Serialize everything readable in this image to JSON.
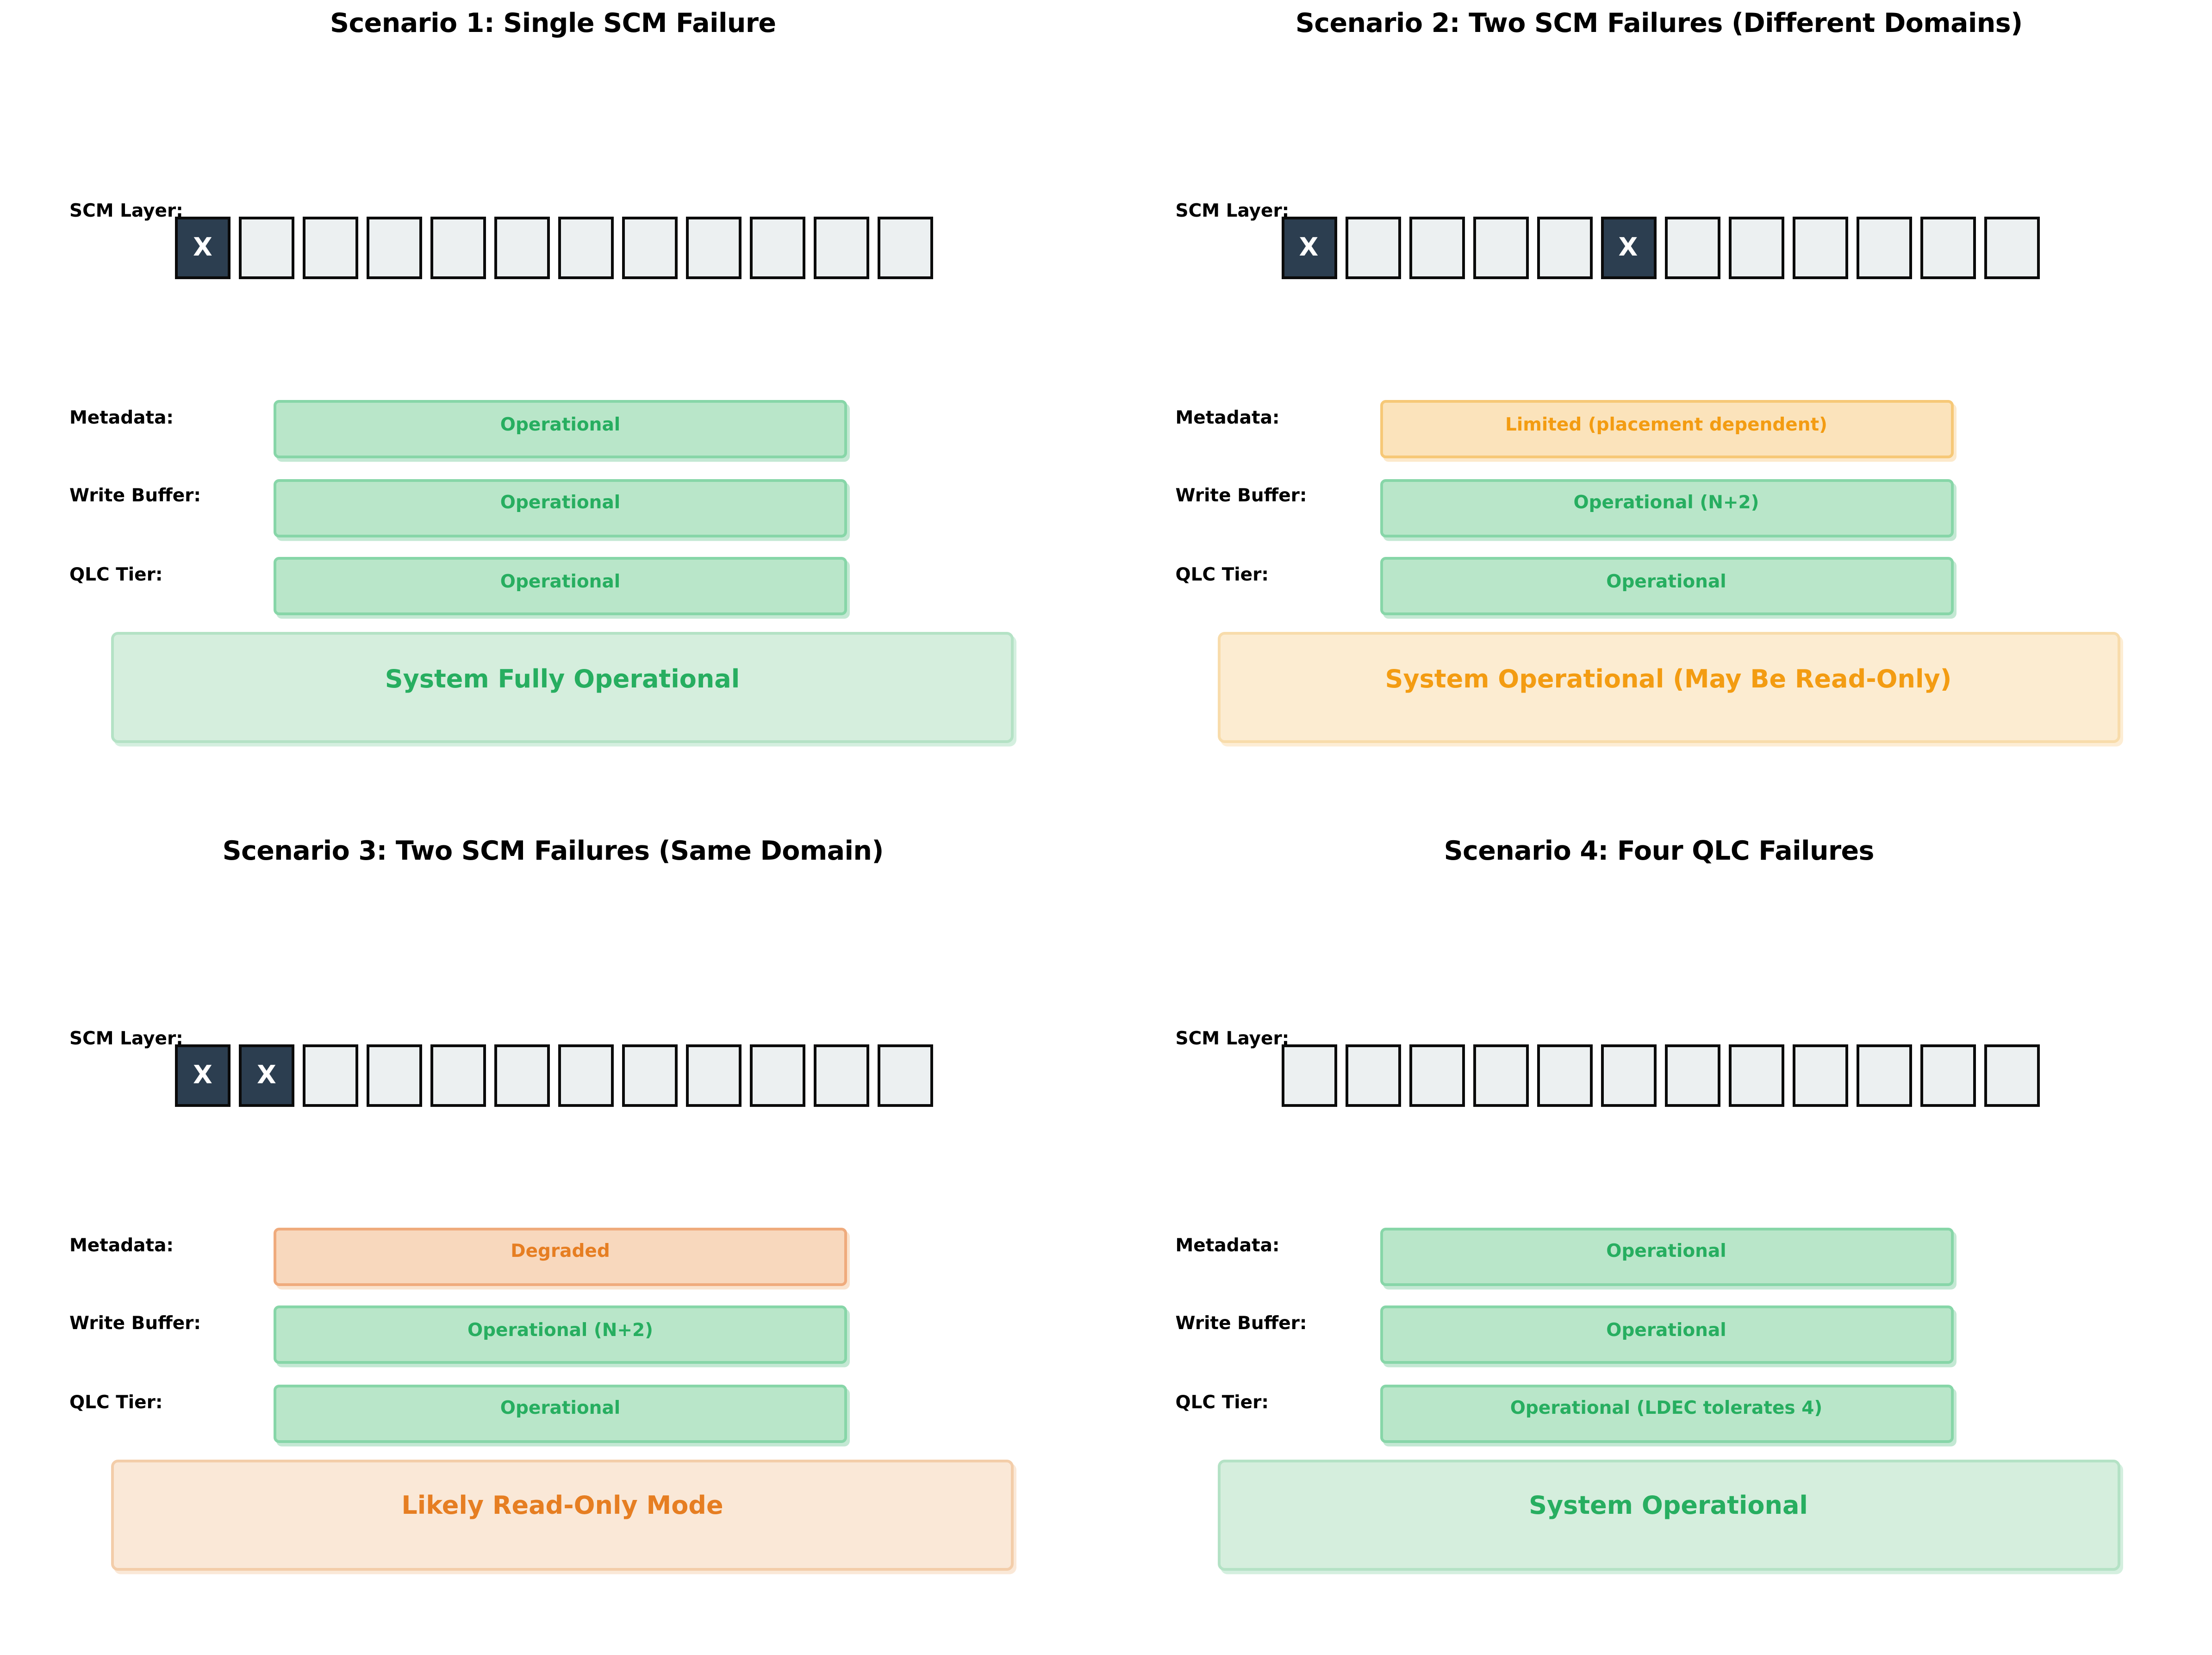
{
  "palette": {
    "green_text": "#27ae60",
    "green_fill": "#b9e6c9",
    "green_border": "#87d6a8",
    "green_banner_fill": "#d5eedd",
    "green_banner_border": "#b4e2c5",
    "amber_text": "#f39c12",
    "amber_fill": "#fbe3bb",
    "amber_border": "#f6c877",
    "amber_banner_fill": "#fcecd1",
    "amber_banner_border": "#f8dcab",
    "orange_text": "#e67e22",
    "orange_fill": "#f8d8bd",
    "orange_border": "#efab7d",
    "orange_banner_fill": "#fae8d7",
    "orange_banner_border": "#f3cda9",
    "failed_box_fill": "#2c3e50",
    "ok_box_fill": "#ecf0f1"
  },
  "scenarios": [
    {
      "title": "Scenario 1: Single SCM Failure",
      "scm": {
        "label": "SCM Layer:",
        "box_count": 12,
        "failed_indices": [
          0
        ],
        "failure_mark": "X"
      },
      "rows": [
        {
          "label": "Metadata:",
          "value": "Operational",
          "status": "green"
        },
        {
          "label": "Write Buffer:",
          "value": "Operational",
          "status": "green"
        },
        {
          "label": "QLC Tier:",
          "value": "Operational",
          "status": "green"
        }
      ],
      "banner": {
        "text": "System Fully Operational",
        "status": "green"
      }
    },
    {
      "title": "Scenario 2: Two SCM Failures (Different Domains)",
      "scm": {
        "label": "SCM Layer:",
        "box_count": 12,
        "failed_indices": [
          0,
          5
        ],
        "failure_mark": "X"
      },
      "rows": [
        {
          "label": "Metadata:",
          "value": "Limited (placement dependent)",
          "status": "amber"
        },
        {
          "label": "Write Buffer:",
          "value": "Operational (N+2)",
          "status": "green"
        },
        {
          "label": "QLC Tier:",
          "value": "Operational",
          "status": "green"
        }
      ],
      "banner": {
        "text": "System Operational (May Be Read-Only)",
        "status": "amber"
      }
    },
    {
      "title": "Scenario 3: Two SCM Failures (Same Domain)",
      "scm": {
        "label": "SCM Layer:",
        "box_count": 12,
        "failed_indices": [
          0,
          1
        ],
        "failure_mark": "X"
      },
      "rows": [
        {
          "label": "Metadata:",
          "value": "Degraded",
          "status": "orange"
        },
        {
          "label": "Write Buffer:",
          "value": "Operational (N+2)",
          "status": "green"
        },
        {
          "label": "QLC Tier:",
          "value": "Operational",
          "status": "green"
        }
      ],
      "banner": {
        "text": "Likely Read-Only Mode",
        "status": "orange"
      }
    },
    {
      "title": "Scenario 4: Four QLC Failures",
      "scm": {
        "label": "SCM Layer:",
        "box_count": 12,
        "failed_indices": [],
        "failure_mark": "X"
      },
      "rows": [
        {
          "label": "Metadata:",
          "value": "Operational",
          "status": "green"
        },
        {
          "label": "Write Buffer:",
          "value": "Operational",
          "status": "green"
        },
        {
          "label": "QLC Tier:",
          "value": "Operational (LDEC tolerates 4)",
          "status": "green"
        }
      ],
      "banner": {
        "text": "System Operational",
        "status": "green"
      }
    }
  ]
}
